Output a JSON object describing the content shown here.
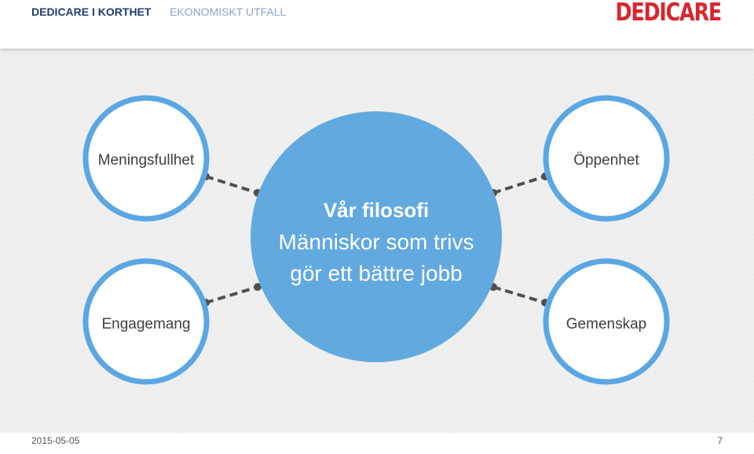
{
  "header": {
    "section": "DEDICARE I KORTHET",
    "subsection": "EKONOMISKT UTFALL",
    "logo_text": "DEDICARE"
  },
  "diagram": {
    "center": {
      "title": "Vår filosofi",
      "line1": "Människor som trivs",
      "line2": "gör ett bättre jobb"
    },
    "nodes": {
      "top_left": "Meningsfullhet",
      "top_right": "Öppenhet",
      "bottom_left": "Engagemang",
      "bottom_right": "Gemenskap"
    }
  },
  "footer": {
    "date": "2015-05-05",
    "page": "7"
  },
  "colors": {
    "accent_blue": "#62a9e0",
    "ring_blue": "#5aa7e3",
    "connector": "#505050",
    "brand_red": "#d9262e",
    "header_blue": "#1c3d6e"
  }
}
